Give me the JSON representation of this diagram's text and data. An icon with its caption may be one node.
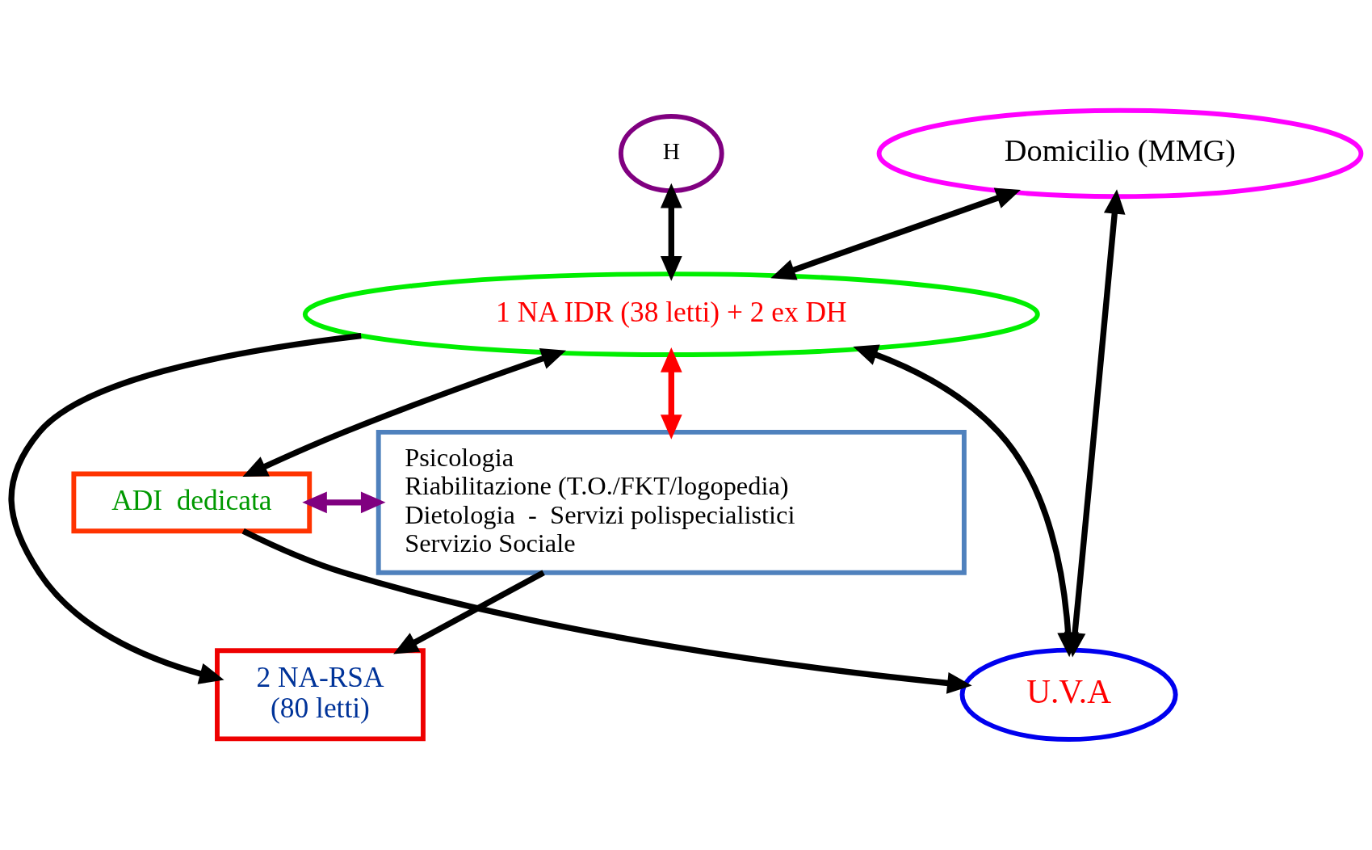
{
  "diagram": {
    "nodes": [
      {
        "text": [
          "Domicilio (MMG)"
        ]
      },
      {
        "text": [
          "H"
        ]
      },
      {
        "text": [
          "1 NA IDR (38 letti) + 2 ex DH"
        ]
      },
      {
        "text": [
          "2 NA-RSA",
          "(80 letti)"
        ]
      },
      {
        "text": [
          "U.V.A"
        ]
      },
      {
        "text": [
          "Psicologia",
          "Riabilitazione (T.O./FKT/logopedia)",
          "Dietologia  -  Servizi polispecialistici",
          "Servizio Sociale"
        ]
      },
      {
        "text": [
          "ADI  dedicata"
        ]
      }
    ],
    "edges": [
      {
        "from": 0,
        "to": 2,
        "arrow": "both"
      },
      {
        "from": 1,
        "to": 2,
        "arrow": "both"
      },
      {
        "from": 2,
        "to": 3,
        "arrow": "to"
      },
      {
        "from": 0,
        "to": 4,
        "arrow": "both"
      },
      {
        "from": 4,
        "to": 2,
        "arrow": "both"
      },
      {
        "from": 6,
        "to": 2,
        "arrow": "both"
      },
      {
        "from": 2,
        "to": 5,
        "arrow": "both",
        "color": "#ff0000"
      },
      {
        "from": 5,
        "to": 3,
        "arrow": "to"
      },
      {
        "from": 6,
        "to": 4,
        "arrow": "to"
      },
      {
        "from": 6,
        "to": 5,
        "arrow": "both",
        "color": "#800080"
      }
    ]
  }
}
